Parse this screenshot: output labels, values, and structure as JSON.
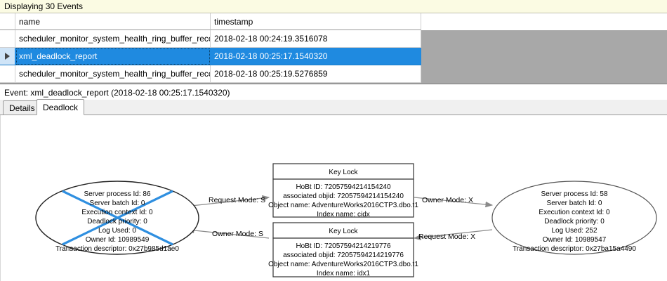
{
  "banner": {
    "text": "Displaying 30 Events"
  },
  "grid": {
    "columns": [
      "",
      "name",
      "timestamp"
    ],
    "rows": [
      {
        "selector": "",
        "name": "scheduler_monitor_system_health_ring_buffer_recorded",
        "timestamp": "2018-02-18 00:24:19.3516078",
        "selected": false
      },
      {
        "selector": "row-arrow",
        "name": "xml_deadlock_report",
        "timestamp": "2018-02-18 00:25:17.1540320",
        "selected": true
      },
      {
        "selector": "",
        "name": "scheduler_monitor_system_health_ring_buffer_recorded",
        "timestamp": "2018-02-18 00:25:19.5276859",
        "selected": false
      }
    ],
    "empty_area_color": "#a8a8a8",
    "selection_color": "#1f8ae0"
  },
  "event_label": {
    "text": "Event: xml_deadlock_report (2018-02-18 00:25:17.1540320)"
  },
  "tabs": [
    {
      "label": "Details",
      "active": false
    },
    {
      "label": "Deadlock",
      "active": true
    }
  ],
  "deadlock_graph": {
    "victim_color": "#2f8fe0",
    "processes": [
      {
        "id": "left-process",
        "victim": true,
        "lines": [
          "Server process Id: 86",
          "Server batch Id: 0",
          "Execution context Id: 0",
          "Deadlock priority: 0",
          "Log Used: 0",
          "Owner Id: 10989549",
          "Transaction descriptor: 0x27b985d1ae0"
        ]
      },
      {
        "id": "right-process",
        "victim": false,
        "lines": [
          "Server process Id: 58",
          "Server batch Id: 0",
          "Execution context Id: 0",
          "Deadlock priority: 0",
          "Log Used: 252",
          "Owner Id: 10989547",
          "Transaction descriptor: 0x27ba15a4490"
        ]
      }
    ],
    "resources": [
      {
        "id": "top-key-lock",
        "title": "Key Lock",
        "lines": [
          "HoBt ID: 72057594214154240",
          "associated objid: 72057594214154240",
          "Object name: AdventureWorks2016CTP3.dbo.t1",
          "Index name: cidx"
        ]
      },
      {
        "id": "bottom-key-lock",
        "title": "Key Lock",
        "lines": [
          "HoBt ID: 72057594214219776",
          "associated objid: 72057594214219776",
          "Object name: AdventureWorks2016CTP3.dbo.t1",
          "Index name: idx1"
        ]
      }
    ],
    "edges": [
      {
        "id": "edge-left-request",
        "label": "Request Mode: S"
      },
      {
        "id": "edge-right-owner",
        "label": "Owner Mode: X"
      },
      {
        "id": "edge-left-owner",
        "label": "Owner Mode: S"
      },
      {
        "id": "edge-right-request",
        "label": "Request Mode: X"
      }
    ]
  }
}
